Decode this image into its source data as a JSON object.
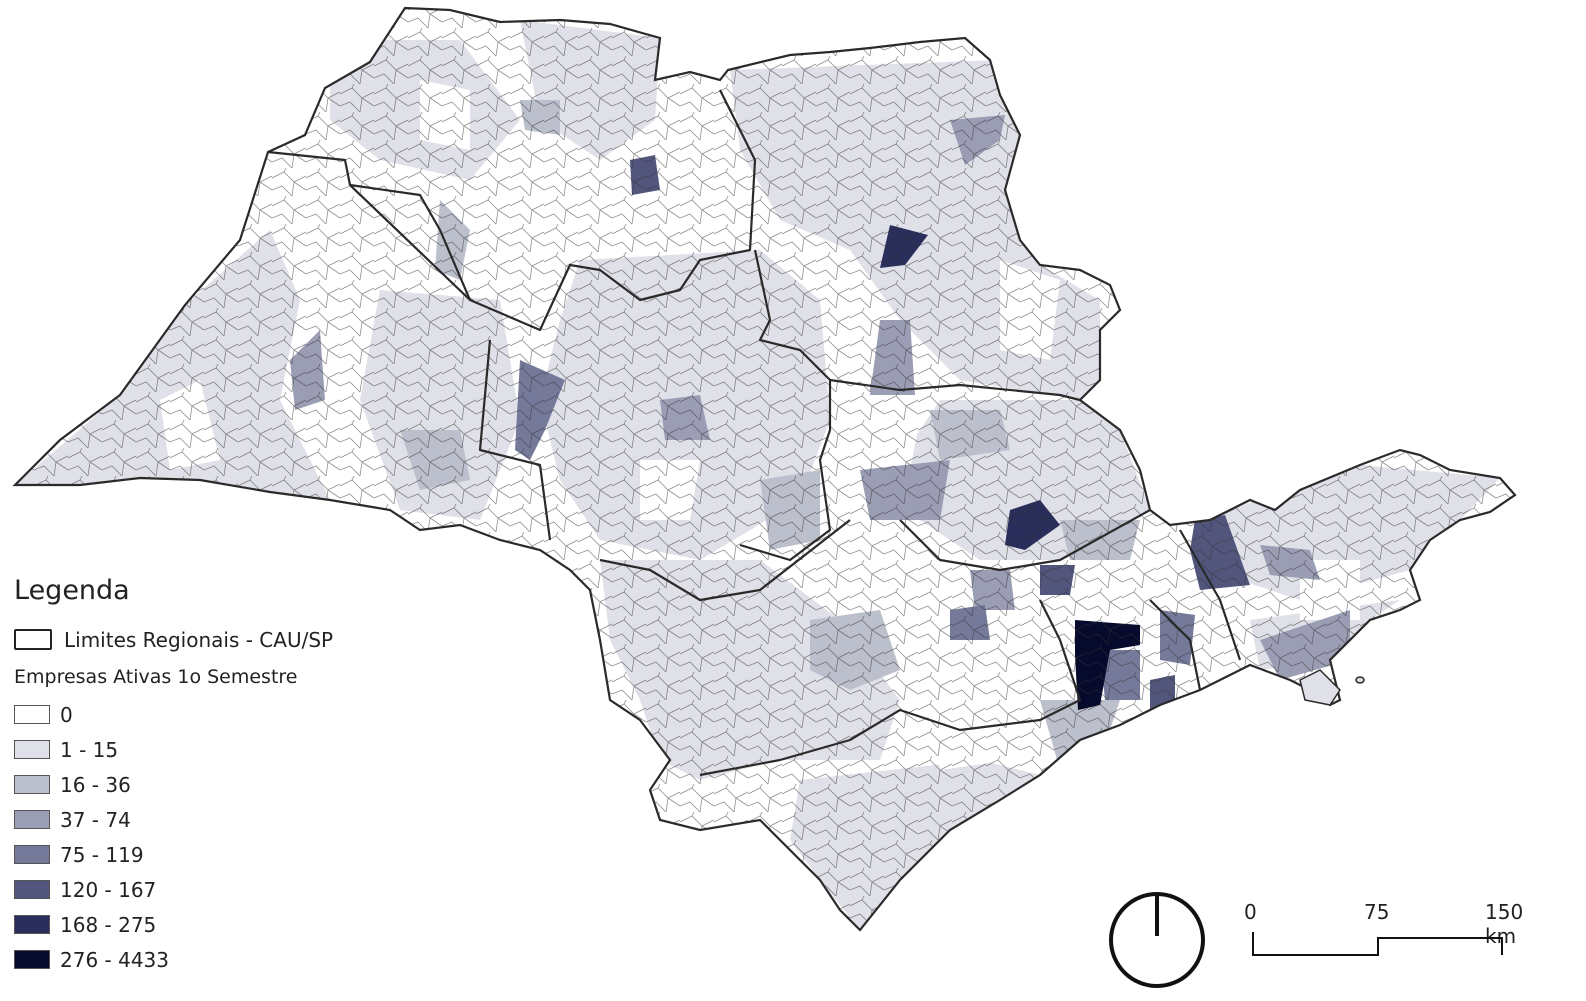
{
  "legend": {
    "title": "Legenda",
    "boundary_label": "Limites Regionais - CAU/SP",
    "layer_title": "Empresas Ativas 1o Semestre",
    "classes": [
      {
        "label": "0",
        "color": "#ffffff"
      },
      {
        "label": "1 - 15",
        "color": "#dfe0e8"
      },
      {
        "label": "16 - 36",
        "color": "#bcbfcc"
      },
      {
        "label": "37 - 74",
        "color": "#9a9db4"
      },
      {
        "label": "75 - 119",
        "color": "#767a9a"
      },
      {
        "label": "120 - 167",
        "color": "#52567d"
      },
      {
        "label": "168 - 275",
        "color": "#2a2e5b"
      },
      {
        "label": "276 - 4433",
        "color": "#060a2c"
      }
    ]
  },
  "scale": {
    "labels": [
      "0",
      "75",
      "150 km"
    ]
  },
  "north_arrow": {
    "icon": "north-arrow-icon"
  }
}
